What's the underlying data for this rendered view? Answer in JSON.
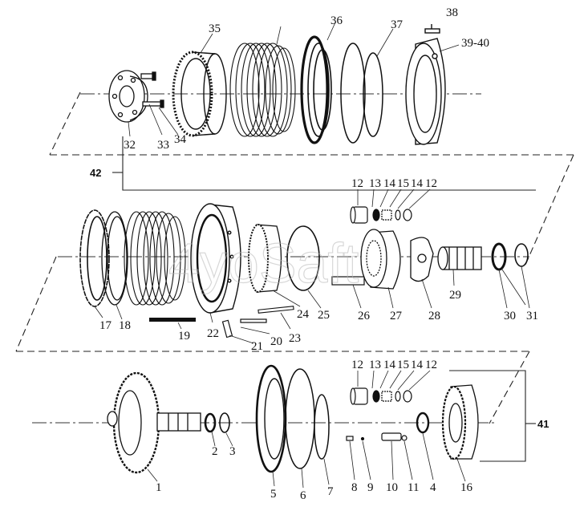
{
  "watermark": "4уoSaft",
  "callouts": {
    "row1": [
      "32",
      "33",
      "34",
      "35",
      "36",
      "37",
      "38",
      "39-40"
    ],
    "row2": [
      "17",
      "18",
      "19",
      "20",
      "21",
      "22",
      "23",
      "24",
      "25",
      "26",
      "27",
      "28",
      "29",
      "30",
      "31"
    ],
    "row2_sub": [
      "12",
      "13",
      "14",
      "15",
      "14",
      "12"
    ],
    "row3": [
      "1",
      "2",
      "3",
      "5",
      "6",
      "7",
      "8",
      "9",
      "10",
      "11",
      "4",
      "16"
    ],
    "row3_sub": [
      "12",
      "13",
      "14",
      "15",
      "14",
      "12"
    ],
    "assembly_top": "42",
    "assembly_bottom": "41"
  }
}
